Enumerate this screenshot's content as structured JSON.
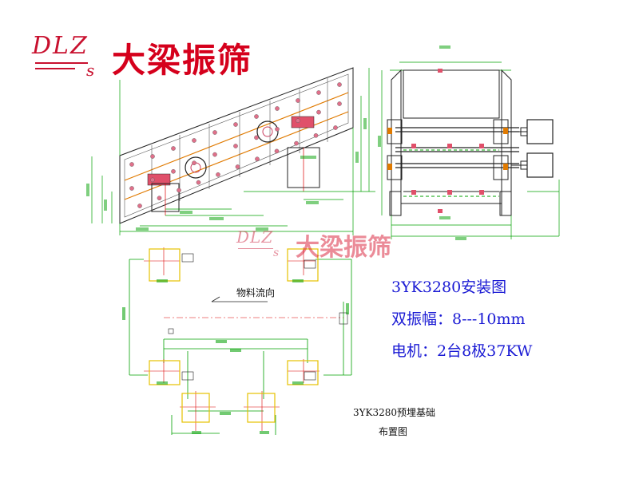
{
  "logo": {
    "latin": "DLZ",
    "latin_sub": "s",
    "chinese": "大梁振筛"
  },
  "watermark": {
    "latin": "DLZ",
    "latin_sub": "s",
    "chinese": "大梁振筛"
  },
  "info": {
    "title": "3YK3280安装图",
    "amplitude": "双振幅：8---10mm",
    "motor": "电机：2台8极37KW"
  },
  "flow_label": "物料流向",
  "foundation_caption": {
    "line1": "3YK3280预埋基础",
    "line2": "布置图"
  },
  "colors": {
    "brand": "#d5001c",
    "info_text": "#1a1ad4",
    "dim_line": "#00a000",
    "frame": "#222222",
    "accent_orange": "#e07a00",
    "hole": "#c84060"
  }
}
